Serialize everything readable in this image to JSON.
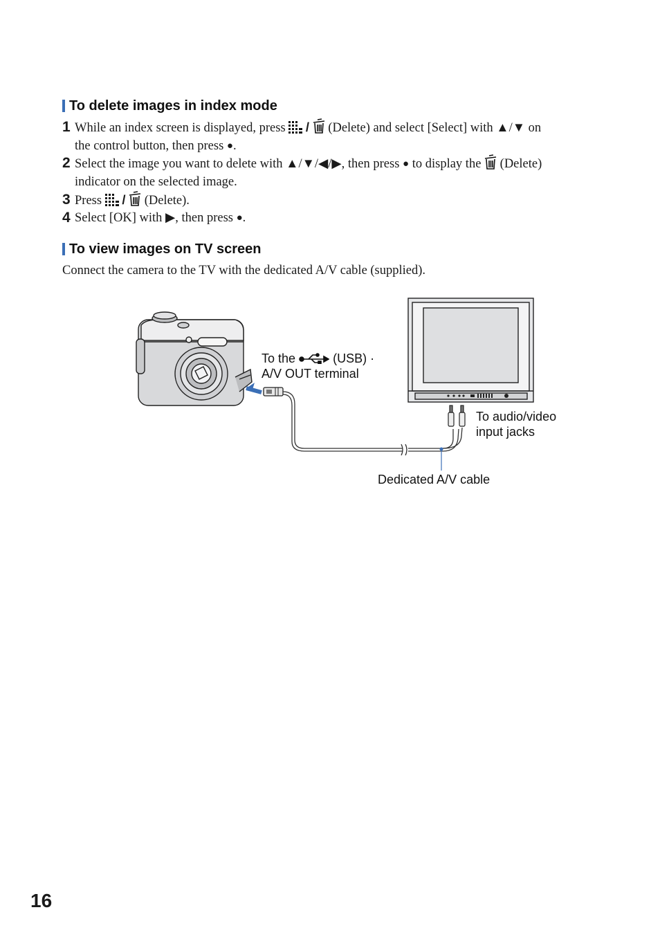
{
  "section1": {
    "heading": "To delete images in index mode",
    "steps": [
      {
        "num": "1",
        "a": "While an index screen is displayed, press",
        "b": "(Delete) and select [Select] with ▲/▼ on",
        "c": "the control button, then press",
        "d": "."
      },
      {
        "num": "2",
        "a": "Select the image you want to delete with ▲/▼/◀/▶, then press",
        "b": "to display the",
        "c": "(Delete)",
        "d": "indicator on the selected image."
      },
      {
        "num": "3",
        "a": "Press",
        "b": "(Delete)."
      },
      {
        "num": "4",
        "a": "Select [OK] with ▶, then press",
        "b": "."
      }
    ]
  },
  "section2": {
    "heading": "To view images on TV screen",
    "intro": "Connect the camera to the TV with the dedicated A/V cable (supplied)."
  },
  "diagram": {
    "usb_label_pre": "To the",
    "usb_label_post": "(USB) ·",
    "usb_label_line2": "A/V OUT terminal",
    "jacks_line1": "To audio/video",
    "jacks_line2": "input jacks",
    "cable_label": "Dedicated A/V cable"
  },
  "page_number": "16",
  "icons": {
    "index": "index-grid-icon",
    "trash": "trash-icon",
    "usb": "usb-icon",
    "enter": "center-button-icon"
  },
  "colors": {
    "accent": "#3b6fb6"
  }
}
